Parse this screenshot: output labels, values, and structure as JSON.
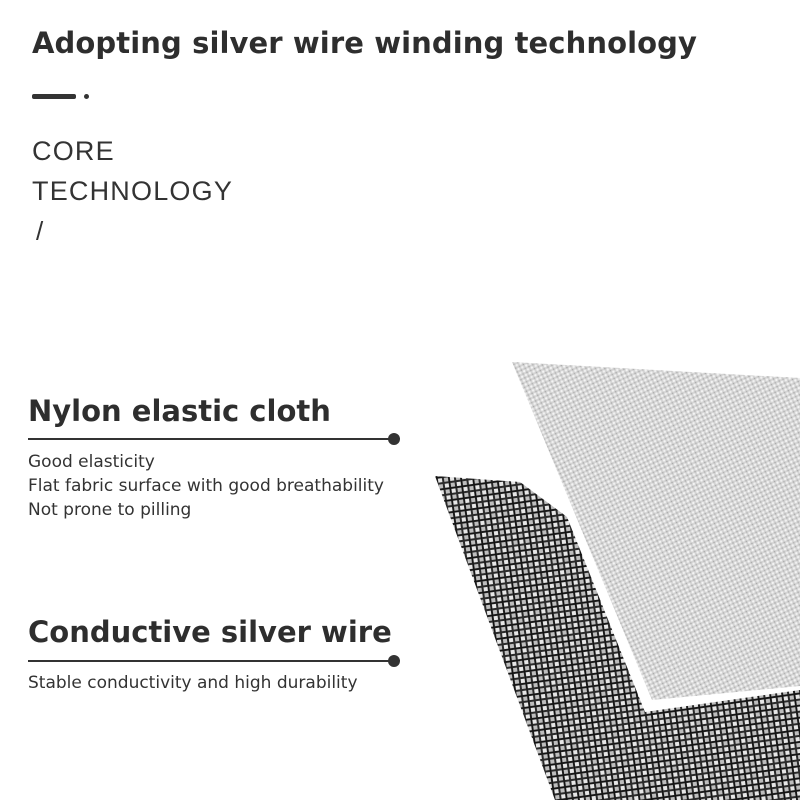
{
  "headline": "Adopting silver wire winding technology",
  "core": {
    "line1": "CORE",
    "line2": "TECHNOLOGY",
    "slash": "/"
  },
  "features": [
    {
      "title": "Nylon elastic cloth",
      "lines": [
        "Good elasticity",
        "Flat fabric surface with good breathability",
        "Not prone to pilling"
      ]
    },
    {
      "title": "Conductive silver wire",
      "lines": [
        "Stable conductivity and high durability"
      ]
    }
  ],
  "colors": {
    "text": "#2e2e2e",
    "background": "#ffffff",
    "nylon_cloth": "#d9d9d9",
    "silver_wire_mesh": "#2a2a2a"
  }
}
